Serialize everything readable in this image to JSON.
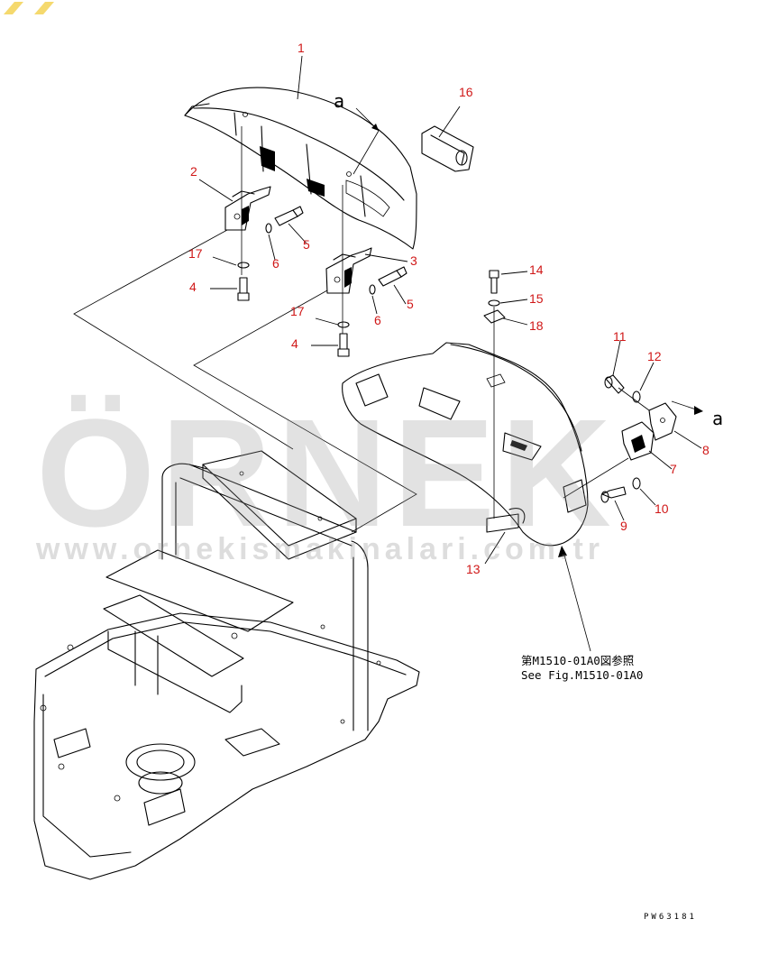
{
  "callouts": [
    {
      "id": "1",
      "label": "1"
    },
    {
      "id": "2",
      "label": "2"
    },
    {
      "id": "3",
      "label": "3"
    },
    {
      "id": "4a",
      "label": "4"
    },
    {
      "id": "4b",
      "label": "4"
    },
    {
      "id": "5a",
      "label": "5"
    },
    {
      "id": "5b",
      "label": "5"
    },
    {
      "id": "6a",
      "label": "6"
    },
    {
      "id": "6b",
      "label": "6"
    },
    {
      "id": "7",
      "label": "7"
    },
    {
      "id": "8",
      "label": "8"
    },
    {
      "id": "9",
      "label": "9"
    },
    {
      "id": "10",
      "label": "10"
    },
    {
      "id": "11",
      "label": "11"
    },
    {
      "id": "12",
      "label": "12"
    },
    {
      "id": "13",
      "label": "13"
    },
    {
      "id": "14",
      "label": "14"
    },
    {
      "id": "15",
      "label": "15"
    },
    {
      "id": "16",
      "label": "16"
    },
    {
      "id": "17a",
      "label": "17"
    },
    {
      "id": "17b",
      "label": "17"
    },
    {
      "id": "18",
      "label": "18"
    }
  ],
  "view_marker": "a",
  "reference_note": {
    "line_jp": "第M1510-01A0図参照",
    "line_en": "See Fig.M1510-01A0"
  },
  "drawing_number": "PW63181",
  "watermark": {
    "brand": "ÖRNEK",
    "url": "www.ornekismakinalari.com.tr",
    "accent_color": "#f2cf4a",
    "text_color": "#969696"
  },
  "colors": {
    "callout": "#d01818",
    "linework": "#000000",
    "background": "#ffffff"
  }
}
